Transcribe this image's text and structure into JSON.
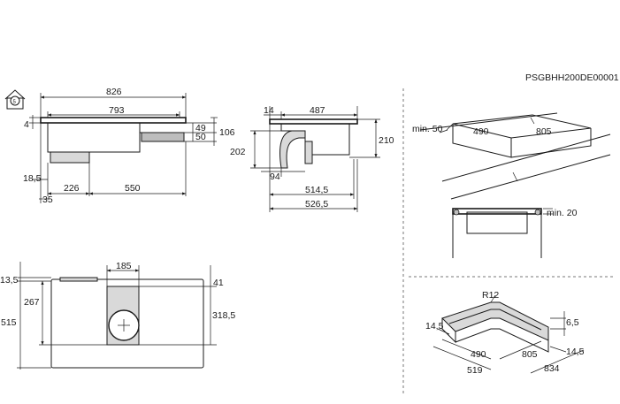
{
  "code": "PSGBHH200DE00001",
  "icon": "house-install-icon",
  "front_view": {
    "width_total": "826",
    "width_top": "793",
    "offset_left": "4",
    "height_49": "49",
    "height_50": "50",
    "height_106": "106",
    "offset_18_5": "18,5",
    "offset_35": "35",
    "span_226": "226",
    "span_550": "550"
  },
  "side_view": {
    "offset_14": "14",
    "width_487": "487",
    "height_210": "210",
    "height_202": "202",
    "offset_94": "94",
    "width_514_5": "514,5",
    "width_526_5": "526,5"
  },
  "cutout_top_right": {
    "min_50": "min. 50",
    "depth_490": "490",
    "width_805": "805",
    "min_20": "min. 20"
  },
  "top_view": {
    "offset_13_5": "13,5",
    "width_185": "185",
    "offset_41": "41",
    "depth_267": "267",
    "depth_515": "515",
    "depth_318_5": "318,5"
  },
  "frame_cutout": {
    "radius": "R12",
    "height_6_5": "6,5",
    "edge_14_5_left": "14,5",
    "edge_14_5_right": "14,5",
    "depth_490": "490",
    "width_805": "805",
    "depth_519": "519",
    "width_834": "834"
  }
}
